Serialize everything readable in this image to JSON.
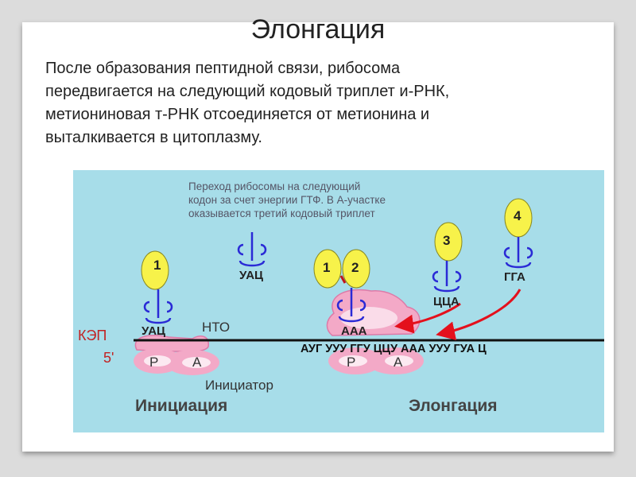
{
  "title": "Элонгация",
  "paragraph": {
    "lines": [
      "После образования пептидной связи, рибосома",
      "передвигается на следующий кодовый триплет и-РНК,",
      "метиониновая т-РНК отсоединяется от метионина и",
      "выталкивается в цитоплазму."
    ]
  },
  "diagram": {
    "note_lines": [
      "Переход рибосомы на следующий",
      "кодон за счет энергии ГТФ. В А-участке",
      "оказывается третий кодовый триплет"
    ],
    "kep": "КЭП",
    "five_prime": "5'",
    "nto": "НТО",
    "initiator": "Инициатор",
    "initiation": "Инициация",
    "elongation": "Элонгация",
    "mrna_sequence": "АУГ УУУ ГГУ ЦЦУ ААА УУУ ГУА Ц",
    "ribosome_left": {
      "p": "Р",
      "a": "А"
    },
    "ribosome_right": {
      "p": "Р",
      "a": "А"
    },
    "trnas": [
      {
        "number": "1",
        "anticodon": "УАЦ"
      },
      {
        "number": "",
        "anticodon": "УАЦ"
      },
      {
        "number": "1",
        "anticodon": ""
      },
      {
        "number": "2",
        "anticodon": "ААА"
      },
      {
        "number": "3",
        "anticodon": "ЦЦА"
      },
      {
        "number": "4",
        "anticodon": "ГГА"
      }
    ],
    "colors": {
      "background": "#a7dde9",
      "ribosome": "#f3a9c7",
      "ribosome_highlight": "#ffffff",
      "trna": "#2a2ad6",
      "amino_acid": "#f7f24a",
      "mrna_line": "#111111",
      "arrow": "#e4101c",
      "label": "#3a3a3a",
      "kep": "#c22222"
    }
  }
}
